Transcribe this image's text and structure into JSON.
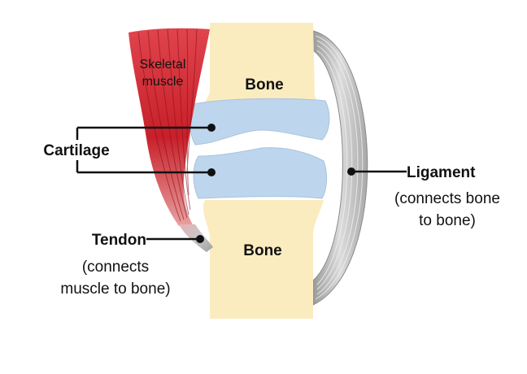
{
  "labels": {
    "skeletal_muscle": [
      "Skeletal",
      "muscle"
    ],
    "bone_top": "Bone",
    "bone_bottom": "Bone",
    "cartilage": "Cartilage",
    "ligament": "Ligament",
    "ligament_desc": [
      "(connects bone",
      "to bone)"
    ],
    "tendon": "Tendon",
    "tendon_desc": [
      "(connects",
      "muscle to bone)"
    ]
  },
  "colors": {
    "bone": "#fbecc0",
    "cartilage": "#bdd6ee",
    "muscle": "#c0202a",
    "ligament": "#c8c8c8",
    "tendon": "#b8b8b8",
    "line": "#111111"
  }
}
